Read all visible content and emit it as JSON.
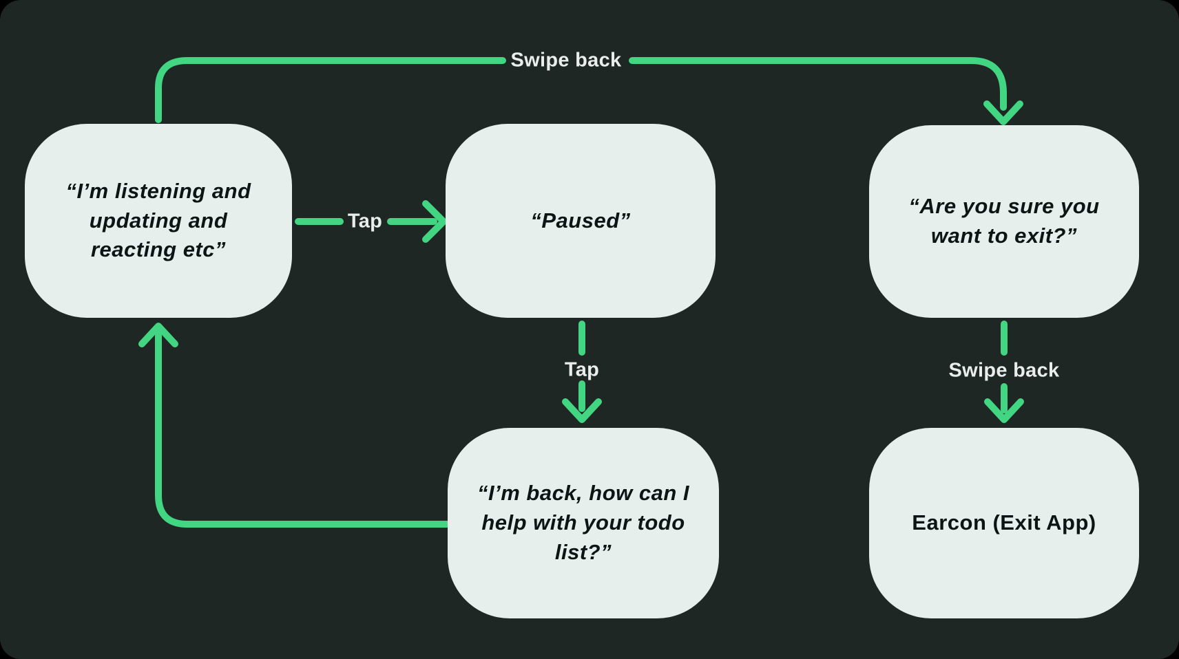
{
  "theme": {
    "canvas-bg": "#000000",
    "panel-bg": "#1f2725",
    "accent": "#42d682",
    "node-bg": "#e7efec",
    "node-text": "#0d1414",
    "label-text": "#e9edeb"
  },
  "diagram": {
    "type": "flowchart",
    "nodes": [
      {
        "id": "listening",
        "text": "“I’m listening and updating and reacting etc”",
        "style": "quote"
      },
      {
        "id": "paused",
        "text": "“Paused”",
        "style": "quote"
      },
      {
        "id": "exit-confirm",
        "text": "“Are you sure you want to exit?”",
        "style": "quote"
      },
      {
        "id": "back",
        "text": "“I’m back, how can I help with your todo list?”",
        "style": "quote"
      },
      {
        "id": "earcon",
        "text": "Earcon (Exit App)",
        "style": "plain"
      }
    ],
    "edges": [
      {
        "from": "listening",
        "to": "exit-confirm",
        "gesture": "Swipe back"
      },
      {
        "from": "listening",
        "to": "paused",
        "gesture": "Tap"
      },
      {
        "from": "paused",
        "to": "back",
        "gesture": "Tap"
      },
      {
        "from": "back",
        "to": "listening",
        "gesture": ""
      },
      {
        "from": "exit-confirm",
        "to": "earcon",
        "gesture": "Swipe back"
      }
    ]
  }
}
